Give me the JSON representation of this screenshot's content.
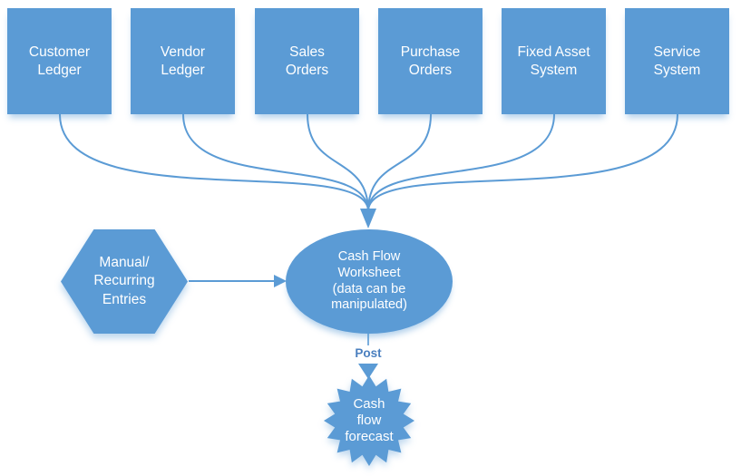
{
  "diagram": {
    "colors": {
      "accent": "#5b9bd5",
      "connector": "#5b9bd5",
      "label_on_shape": "#ffffff",
      "post_text": "#4a7fbf",
      "background": "#ffffff"
    },
    "sources": [
      {
        "label": "Customer\nLedger"
      },
      {
        "label": "Vendor\nLedger"
      },
      {
        "label": "Sales\nOrders"
      },
      {
        "label": "Purchase\nOrders"
      },
      {
        "label": "Fixed Asset\nSystem"
      },
      {
        "label": "Service\nSystem"
      }
    ],
    "manual_entries": {
      "shape": "hexagon",
      "label": "Manual/\nRecurring\nEntries"
    },
    "worksheet": {
      "shape": "ellipse",
      "label": "Cash Flow\nWorksheet\n(data can be\nmanipulated)"
    },
    "post_label": "Post",
    "forecast": {
      "shape": "starburst",
      "label": "Cash\nflow\nforecast"
    }
  }
}
